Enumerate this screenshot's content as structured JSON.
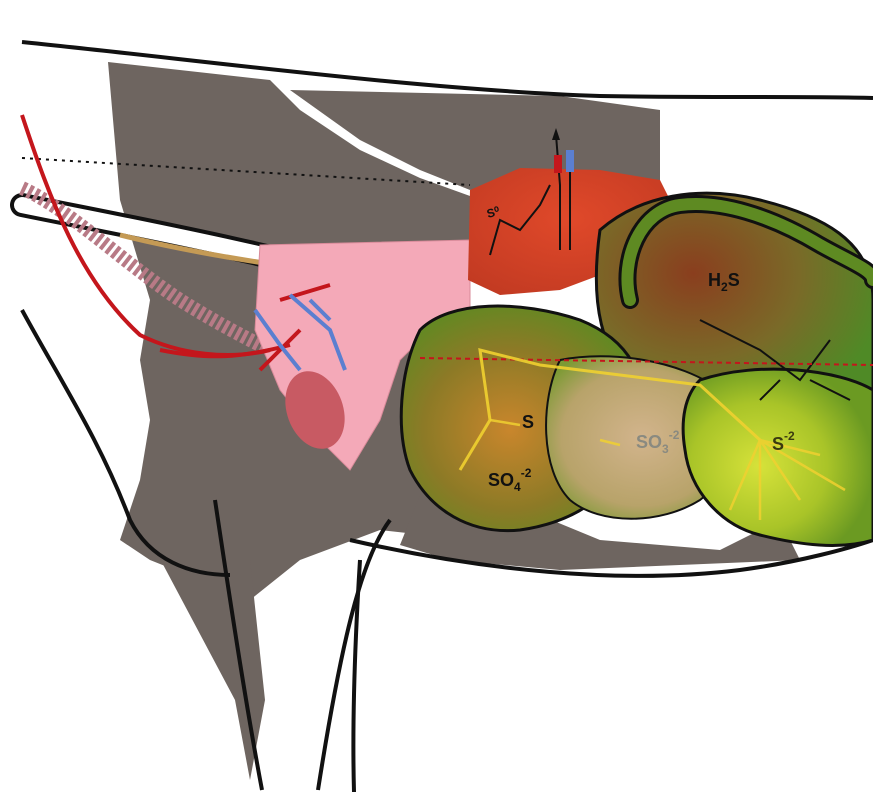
{
  "diagram": {
    "labels": {
      "h2s": {
        "main": "H",
        "sub": "2",
        "tail": "S"
      },
      "s": {
        "main": "S"
      },
      "so4": {
        "main": "SO",
        "sub": "4",
        "sup": "-2"
      },
      "so3": {
        "main": "SO",
        "sub": "3",
        "sup": "-2"
      },
      "s2": {
        "main": "S",
        "sup": "-2"
      },
      "liver_mark": "S⁰"
    },
    "colors": {
      "outline": "#111111",
      "coat_patch": "#6e6560",
      "lung": "#f4a9b8",
      "heart": "#c85a63",
      "liver": "#d8432a",
      "rumen_green": "#5e8a22",
      "rumen_brown": "#8a4a22",
      "abomasum_yellow": "#c9d82a",
      "pathway_yellow": "#f0d030",
      "artery": "#c4161c",
      "vein": "#5b7fd0",
      "esophagus": "#b87a86"
    }
  }
}
